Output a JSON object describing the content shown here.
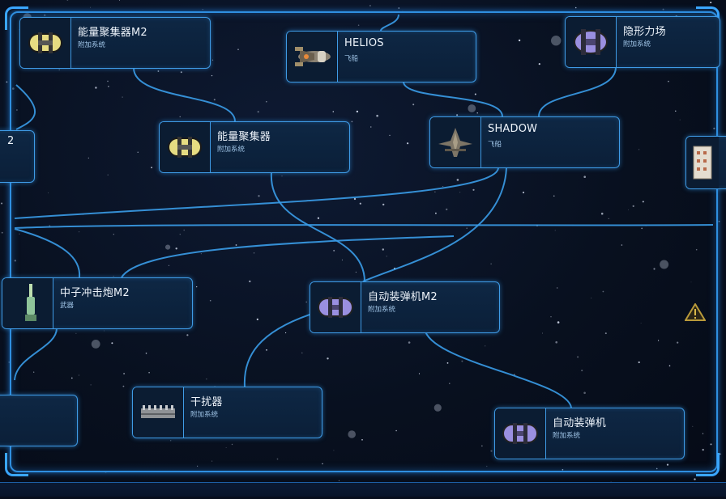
{
  "nodes": [
    {
      "id": "n1",
      "name": "能量聚集器M2",
      "type": "附加系统",
      "icon": "energy-collector-icon"
    },
    {
      "id": "n2",
      "name": "HELIOS",
      "type": "飞船",
      "icon": "ship-helios-icon"
    },
    {
      "id": "n3",
      "name": "隐形力场",
      "type": "附加系统",
      "icon": "cloak-field-icon"
    },
    {
      "id": "n4",
      "name": "能量聚集器",
      "type": "附加系统",
      "icon": "energy-collector-icon"
    },
    {
      "id": "n5",
      "name": "SHADOW",
      "type": "飞船",
      "icon": "ship-shadow-icon"
    },
    {
      "id": "n6",
      "name": "中子冲击炮M2",
      "type": "武器",
      "icon": "neutron-cannon-icon"
    },
    {
      "id": "n7",
      "name": "自动装弹机M2",
      "type": "附加系统",
      "icon": "autoloader-icon"
    },
    {
      "id": "n8",
      "name": "干扰器",
      "type": "附加系统",
      "icon": "jammer-icon"
    },
    {
      "id": "n9",
      "name": "自动装弹机",
      "type": "附加系统",
      "icon": "autoloader-icon"
    },
    {
      "id": "n10",
      "name": "2",
      "type": "",
      "icon": ""
    },
    {
      "id": "n11",
      "name": "",
      "type": "",
      "icon": ""
    },
    {
      "id": "n12",
      "name": "",
      "type": "",
      "icon": "module-icon"
    }
  ],
  "colors": {
    "frame": "#2f8fe0",
    "link": "#3a9ce8",
    "node_bg": "#0e2744",
    "accent_yellow": "#e6dc82",
    "accent_purple": "#9a8fe0",
    "warning": "#b99a3a"
  },
  "warning_icon": "warning-triangle-icon"
}
